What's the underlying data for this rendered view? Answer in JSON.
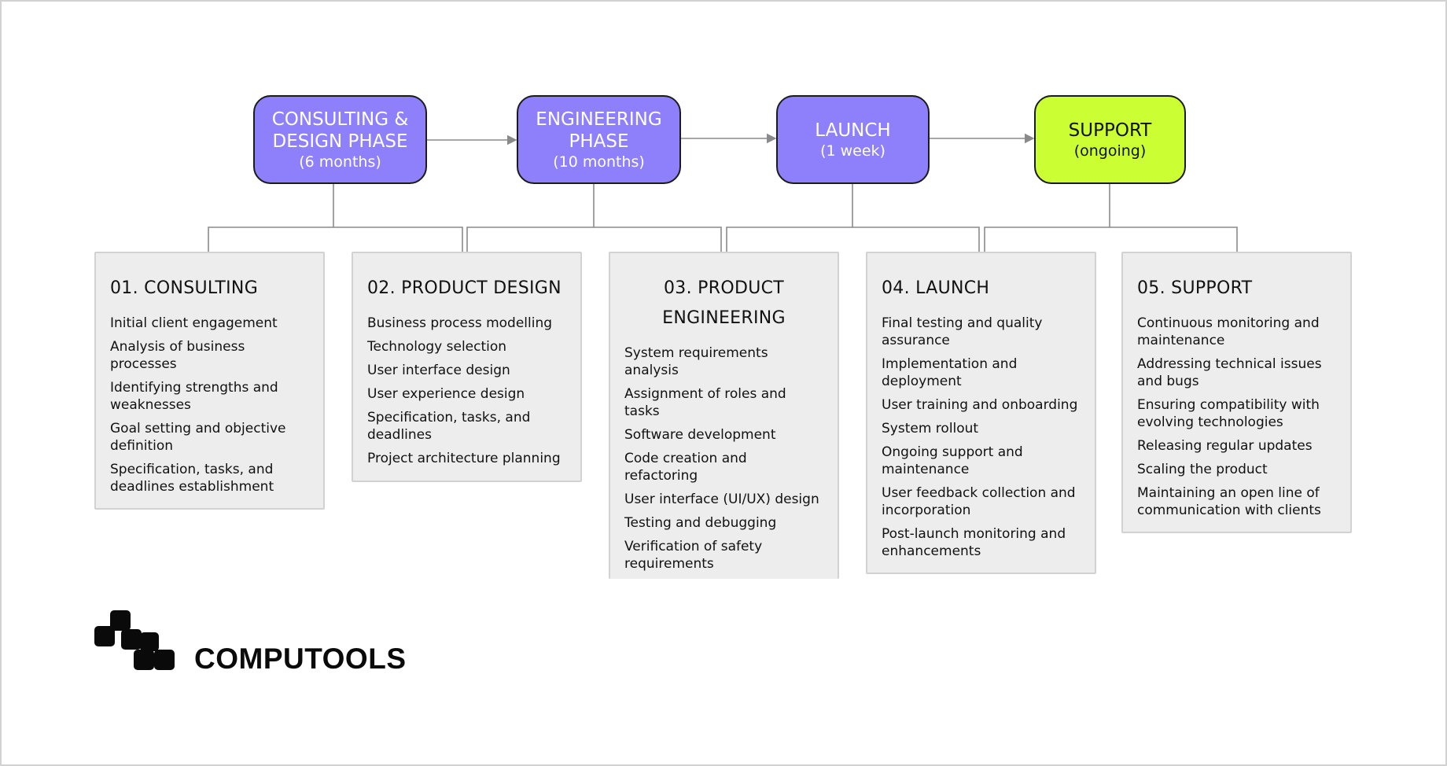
{
  "phases": [
    {
      "title": "CONSULTING &\nDESIGN PHASE",
      "duration": "(6 months)"
    },
    {
      "title": "ENGINEERING\nPHASE",
      "duration": "(10 months)"
    },
    {
      "title": "LAUNCH",
      "duration": "(1 week)"
    },
    {
      "title": "SUPPORT",
      "duration": "(ongoing)"
    }
  ],
  "stages": [
    {
      "title": "01. CONSULTING",
      "items": [
        "Initial client engagement",
        "Analysis of business processes",
        "Identifying strengths and weaknesses",
        "Goal setting and objective definition",
        "Specification, tasks, and deadlines establishment"
      ]
    },
    {
      "title": "02. PRODUCT DESIGN",
      "items": [
        "Business process modelling",
        "Technology selection",
        "User interface design",
        "User experience design",
        "Specification, tasks, and deadlines",
        "Project architecture planning"
      ]
    },
    {
      "title": "03. PRODUCT\nENGINEERING",
      "items": [
        "System requirements analysis",
        "Assignment of roles and tasks",
        "Software development",
        "Code creation and refactoring",
        "User interface (UI/UX) design",
        "Testing and debugging",
        "Verification of safety requirements"
      ]
    },
    {
      "title": "04. LAUNCH",
      "items": [
        "Final testing and quality assurance",
        "Implementation and deployment",
        "User training and onboarding",
        "System rollout",
        "Ongoing support and maintenance",
        "User feedback collection and incorporation",
        "Post-launch monitoring and enhancements"
      ]
    },
    {
      "title": "05. SUPPORT",
      "items": [
        "Continuous monitoring and maintenance",
        "Addressing technical issues and bugs",
        "Ensuring compatibility with evolving technologies",
        "Releasing regular updates",
        "Scaling the product",
        "Maintaining an open line of communication with clients"
      ]
    }
  ],
  "brand": {
    "name": "COMPUTOOLS",
    "logo_icon": "computools-logo-icon"
  },
  "colors": {
    "phase": "#8d80fa",
    "support_phase": "#ccff33",
    "card_background": "#ededed",
    "connector": "#8a8a8a"
  }
}
